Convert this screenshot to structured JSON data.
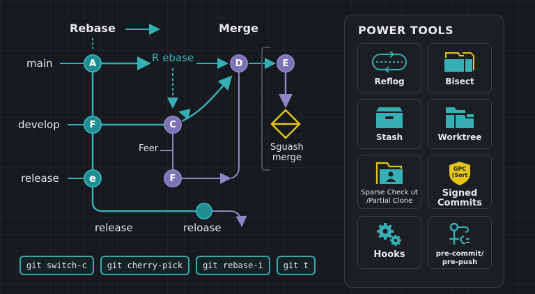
{
  "diagram": {
    "top_labels": {
      "rebase": "Rebase",
      "merge": "Merge"
    },
    "inline_rebase": "R ebase",
    "branches": {
      "main": "main",
      "develop": "develop",
      "release": "release"
    },
    "feature_label": "Feer",
    "bottom_labels": {
      "release": "release",
      "reloase": "reloase"
    },
    "squash_label": [
      "Sguash",
      "merge"
    ],
    "nodes": {
      "A": "A",
      "F_teal": "F",
      "e": "e",
      "C": "C",
      "F_purple": "F",
      "D": "D",
      "E": "E"
    },
    "colors": {
      "teal": "#37b0b5",
      "purple": "#8f85c6",
      "yellow": "#e3c51c"
    }
  },
  "commands": [
    "git switch-c",
    "git cherry-pick",
    "git rebase-i",
    "git t"
  ],
  "power_tools": {
    "title": "POWER TOOLS",
    "tools": [
      {
        "label": "Reflog",
        "icon": "reflog-icon"
      },
      {
        "label": "Bisect",
        "icon": "bisect-icon"
      },
      {
        "label": "Stash",
        "icon": "stash-icon"
      },
      {
        "label": "Worktree",
        "icon": "worktree-icon"
      },
      {
        "label": "Sparse Check ut\n/Partial Clone",
        "label_line1": "Sparse Check ut",
        "label_line2": "/Partial Clone",
        "icon": "folder-user-icon"
      },
      {
        "label_line1": "Signed",
        "label_line2": "Commits",
        "icon": "shield-icon",
        "badge_line1": "GPC",
        "badge_line2": "(Sort"
      },
      {
        "label": "Hooks",
        "icon": "gears-icon"
      },
      {
        "label_line1": "pre-commit/",
        "label_line2": "pre-push",
        "icon": "hook-icon"
      }
    ]
  }
}
